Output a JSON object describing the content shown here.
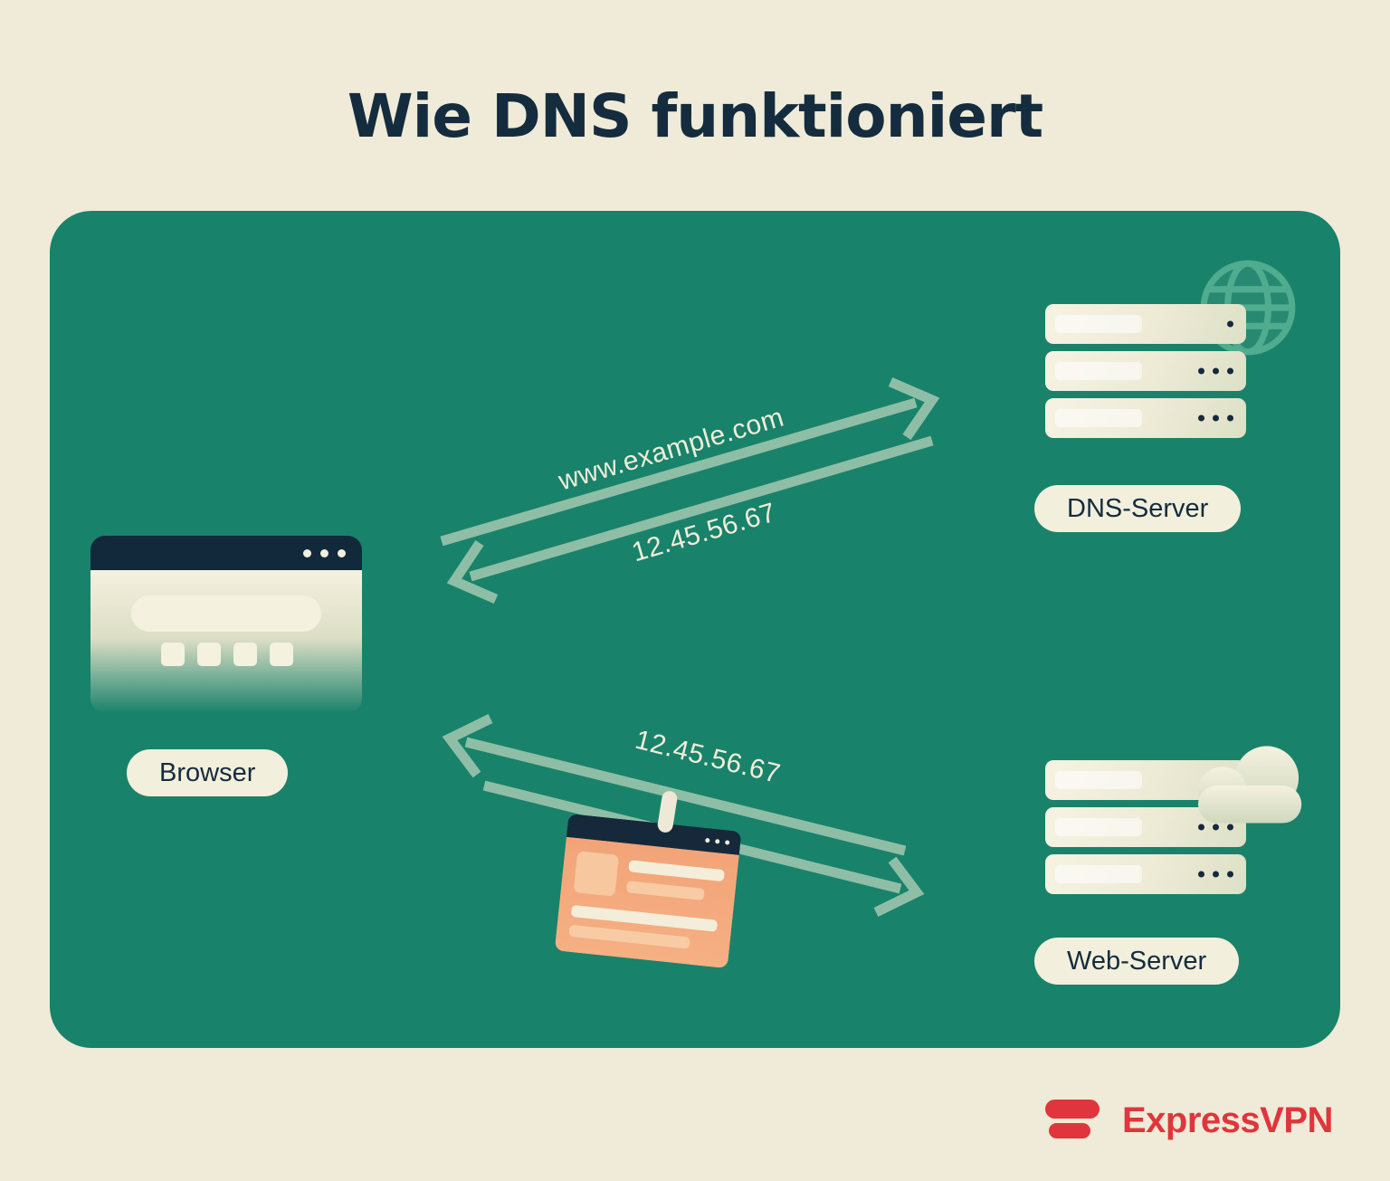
{
  "title": "Wie DNS funktioniert",
  "labels": {
    "browser": "Browser",
    "dns_server": "DNS-Server",
    "web_server": "Web-Server"
  },
  "arrow_texts": {
    "dns_request": "www.example.com",
    "dns_response": "12.45.56.67",
    "web_response": "12.45.56.67"
  },
  "logo": {
    "wordmark": "ExpressVPN"
  },
  "icons": {
    "browser": "browser-window-icon",
    "dns_server": "server-stack-with-globe-icon",
    "web_server": "server-stack-with-cloud-icon",
    "globe": "globe-icon",
    "cloud": "cloud-icon",
    "webpage": "webpage-icon",
    "logo_mark": "expressvpn-mark-icon"
  },
  "colors": {
    "background": "#EFEBD8",
    "panel_green": "#19826A",
    "headline_navy": "#142C3E",
    "cream": "#F2EFDC",
    "arrow_green": "#8FBEA7",
    "webpage_orange": "#F2A478",
    "brand_red": "#E0353C"
  }
}
